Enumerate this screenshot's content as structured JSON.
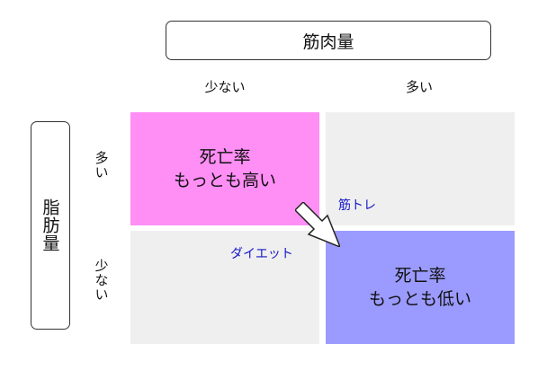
{
  "axes": {
    "x_label": "筋肉量",
    "y_label": "脂肪量",
    "x_low": "少ない",
    "x_high": "多い",
    "y_high": "多い",
    "y_low": "少ない"
  },
  "quadrants": {
    "top_left": {
      "line1": "死亡率",
      "line2": "もっとも高い"
    },
    "bottom_right": {
      "line1": "死亡率",
      "line2": "もっとも低い"
    }
  },
  "annotations": {
    "diet": "ダイエット",
    "training": "筋トレ"
  },
  "colors": {
    "high_mortality": "#ff8ef5",
    "low_mortality": "#9b9bff",
    "neutral_cell": "#efefef",
    "annotation_text": "#1515c8",
    "arrow_fill": "#ffffff",
    "arrow_stroke": "#222222"
  }
}
